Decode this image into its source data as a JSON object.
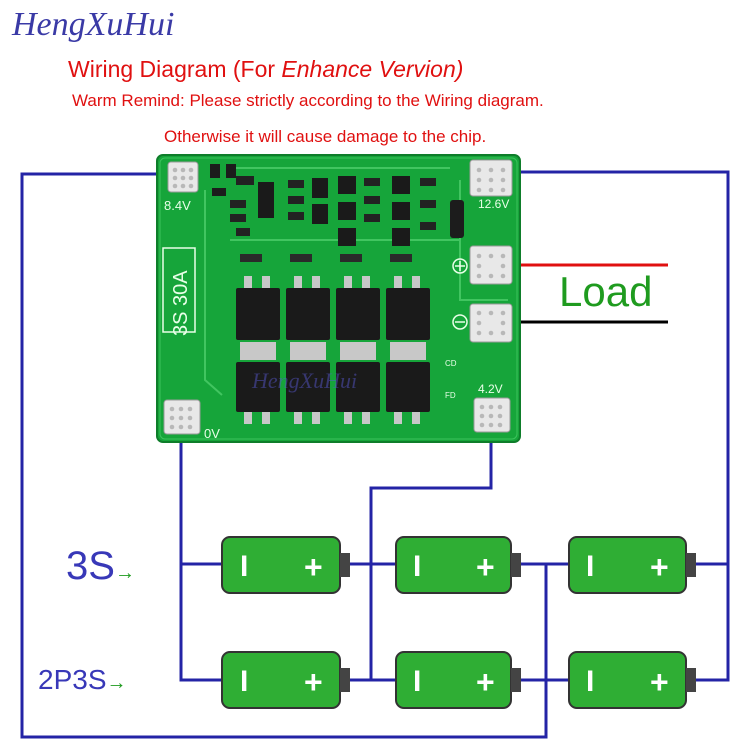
{
  "header": {
    "brand": "HengXuHui",
    "title_prefix": "Wiring Diagram (For ",
    "title_emphasis": "Enhance Vervion)",
    "warning_line1": "Warm Remind: Please strictly according to the Wiring diagram.",
    "warning_line2": "Otherwise it will cause damage to the chip."
  },
  "board": {
    "pad_84v": "8.4V",
    "pad_126v": "12.6V",
    "pad_42v": "4.2V",
    "pad_0v": "0V",
    "model": "3S 30A",
    "mark_cd": "CD",
    "mark_fd": "FD",
    "watermark": "HengXuHui"
  },
  "load": {
    "label": "Load",
    "positive_color": "#e01010",
    "negative_color": "#000000"
  },
  "configs": {
    "series_label": "3S",
    "parallel_series_label": "2P3S",
    "arrow": "→"
  },
  "battery": {
    "neg_symbol": "I",
    "pos_symbol": "+"
  },
  "colors": {
    "wire": "#2424a6",
    "board": "#16a53a",
    "battery": "#2fae34",
    "title": "#e01010"
  }
}
